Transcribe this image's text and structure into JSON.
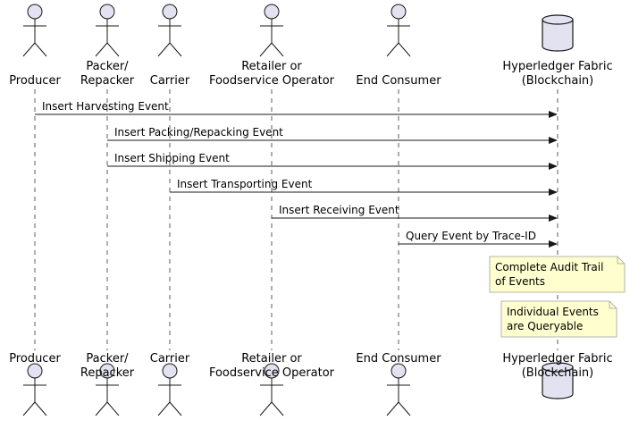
{
  "participants": [
    {
      "id": "producer",
      "kind": "actor",
      "label_lines": [
        "Producer"
      ]
    },
    {
      "id": "packer",
      "kind": "actor",
      "label_lines": [
        "Packer/",
        "Repacker"
      ]
    },
    {
      "id": "carrier",
      "kind": "actor",
      "label_lines": [
        "Carrier"
      ]
    },
    {
      "id": "retailer",
      "kind": "actor",
      "label_lines": [
        "Retailer or",
        "Foodservice Operator"
      ]
    },
    {
      "id": "consumer",
      "kind": "actor",
      "label_lines": [
        "End Consumer"
      ]
    },
    {
      "id": "fabric",
      "kind": "database",
      "label_lines": [
        "Hyperledger Fabric",
        "(Blockchain)"
      ]
    }
  ],
  "messages": [
    {
      "from": "producer",
      "to": "fabric",
      "label": "Insert Harvesting Event"
    },
    {
      "from": "packer",
      "to": "fabric",
      "label": "Insert Packing/Repacking Event"
    },
    {
      "from": "packer",
      "to": "fabric",
      "label": "Insert Shipping Event"
    },
    {
      "from": "carrier",
      "to": "fabric",
      "label": "Insert Transporting Event"
    },
    {
      "from": "retailer",
      "to": "fabric",
      "label": "Insert Receiving Event"
    },
    {
      "from": "consumer",
      "to": "fabric",
      "label": "Query Event by Trace-ID"
    }
  ],
  "notes": [
    {
      "over": "fabric",
      "lines": [
        "Complete Audit Trail",
        "of Events"
      ]
    },
    {
      "over": "fabric",
      "lines": [
        "Individual Events",
        "are Queryable"
      ]
    }
  ],
  "colors": {
    "actor_fill": "#e2e2f0",
    "stroke": "#181818",
    "lifeline": "#181818",
    "note_fill": "#fefece",
    "note_stroke": "#a0a0a0"
  }
}
